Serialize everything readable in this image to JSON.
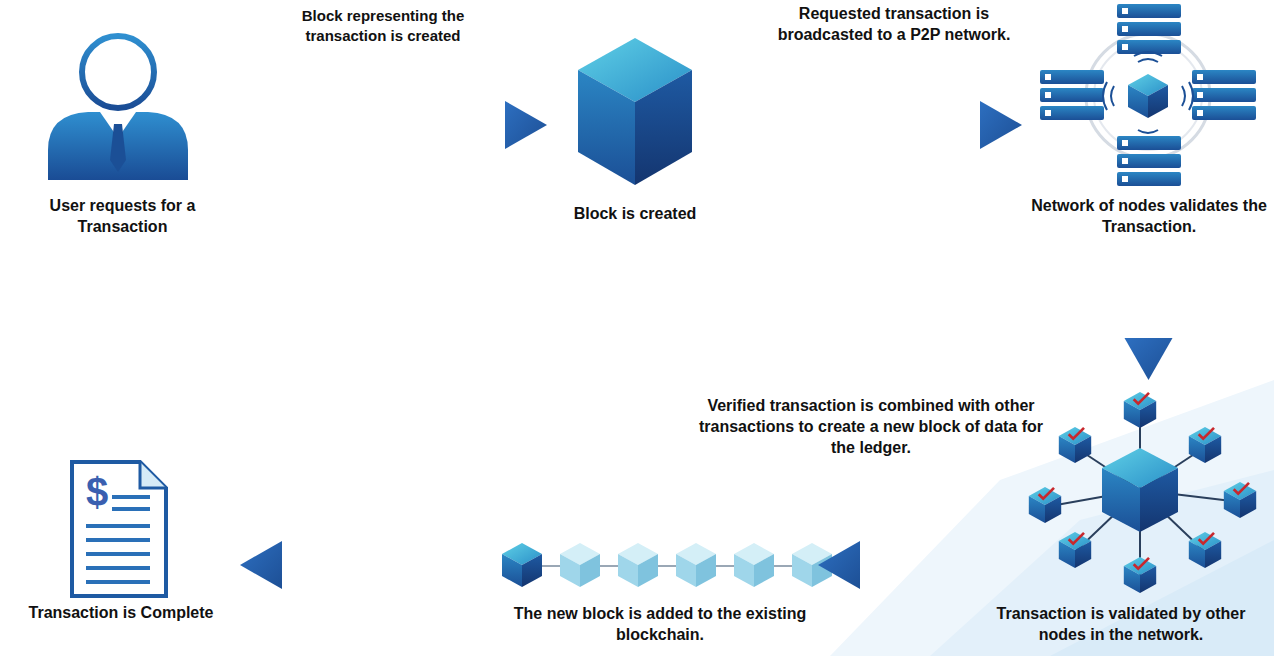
{
  "diagram": {
    "nodes": [
      {
        "text": [
          "User requests for a Transaction"
        ]
      },
      {
        "text": [
          "Block is created"
        ]
      },
      {
        "text": [
          "Network of nodes validates the Transaction."
        ]
      },
      {
        "text": [
          "Transaction is validated by other nodes in the network."
        ]
      },
      {
        "text": [
          "The new block is added to the existing blockchain."
        ]
      },
      {
        "text": [
          "Transaction is Complete"
        ]
      }
    ],
    "edges": [
      {
        "from": 0,
        "to": 1,
        "arrow": "to",
        "label": "Block representing the transaction is created"
      },
      {
        "from": 1,
        "to": 2,
        "arrow": "to",
        "label": "Requested transaction is broadcasted to a P2P network."
      },
      {
        "from": 2,
        "to": 3,
        "arrow": "to"
      },
      {
        "from": 3,
        "to": 4,
        "arrow": "to"
      },
      {
        "from": 4,
        "to": 5,
        "arrow": "to"
      }
    ],
    "labels": [
      "Verified transaction is combined with other transactions to create a new block of data for the ledger.",
      "$"
    ]
  }
}
